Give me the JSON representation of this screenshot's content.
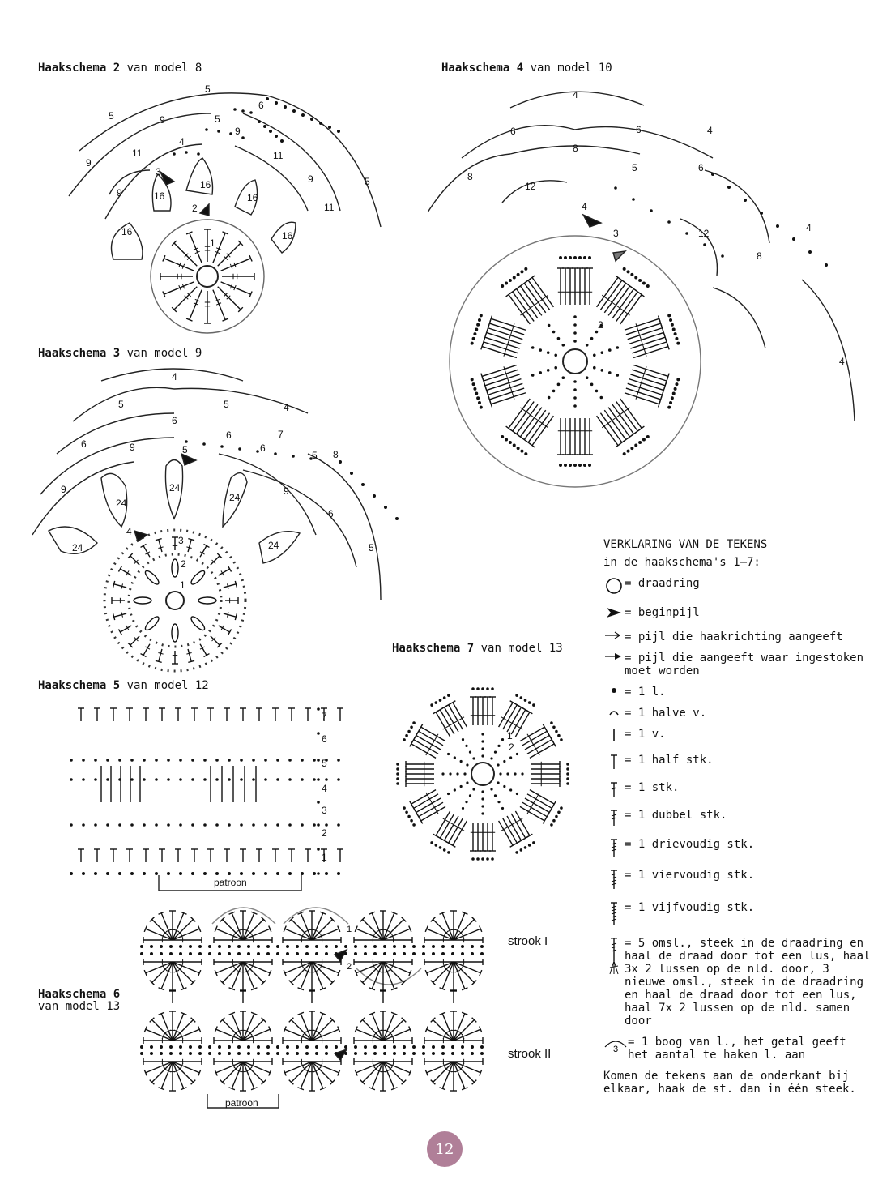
{
  "diagrams": [
    {
      "id": "d2",
      "bold": "Haakschema 2",
      "rest": " van model 8"
    },
    {
      "id": "d4",
      "bold": "Haakschema 4",
      "rest": " van model 10"
    },
    {
      "id": "d3",
      "bold": "Haakschema 3",
      "rest": " van model 9"
    },
    {
      "id": "d7",
      "bold": "Haakschema 7",
      "rest": " van model 13"
    },
    {
      "id": "d5",
      "bold": "Haakschema 5",
      "rest": " van model 12"
    },
    {
      "id": "d6",
      "bold": "Haakschema 6",
      "rest": "van model 13"
    }
  ],
  "labels": {
    "patroon": "patroon",
    "strook_1": "strook I",
    "strook_2": "strook II"
  },
  "legend": {
    "heading": "VERKLARING VAN DE TEKENS",
    "subheading": "in de haakschema's 1–7:",
    "items": [
      {
        "symbol": "ring-icon",
        "text": "= draadring"
      },
      {
        "symbol": "start-arrow-icon",
        "text": "= beginpijl"
      },
      {
        "symbol": "direction-arrow-icon",
        "text": "= pijl die haakrichting aangeeft"
      },
      {
        "symbol": "insert-arrow-icon",
        "text": "= pijl die aangeeft waar ingestoken moet worden"
      },
      {
        "symbol": "chain-icon",
        "text": "= 1 l."
      },
      {
        "symbol": "slip-stitch-icon",
        "text": "= 1 halve v."
      },
      {
        "symbol": "single-crochet-icon",
        "text": "= 1 v."
      },
      {
        "symbol": "half-double-icon",
        "text": "= 1 half stk."
      },
      {
        "symbol": "double-crochet-icon",
        "text": "= 1 stk."
      },
      {
        "symbol": "treble-icon",
        "text": "= 1 dubbel stk."
      },
      {
        "symbol": "triple-treble-icon",
        "text": "= 1 drievoudig stk."
      },
      {
        "symbol": "quad-treble-icon",
        "text": "= 1 viervoudig stk."
      },
      {
        "symbol": "quint-treble-icon",
        "text": "= 1 vijfvoudig stk."
      },
      {
        "symbol": "cluster-icon",
        "text": "= 5 omsl., steek in de draadring en haal de draad door tot een lus, haal 3x 2 lussen op de nld. door, 3 nieuwe omsl., steek in de draadring en haal de draad door tot een lus, haal 7x 2 lussen op de nld. samen door"
      },
      {
        "symbol": "arc-icon",
        "arc_number": "3",
        "text": "= 1 boog van l., het getal geeft het aantal te haken l. aan"
      }
    ],
    "note": "Komen de tekens aan de onderkant bij elkaar, haak de st. dan in één steek."
  },
  "page_number": "12"
}
